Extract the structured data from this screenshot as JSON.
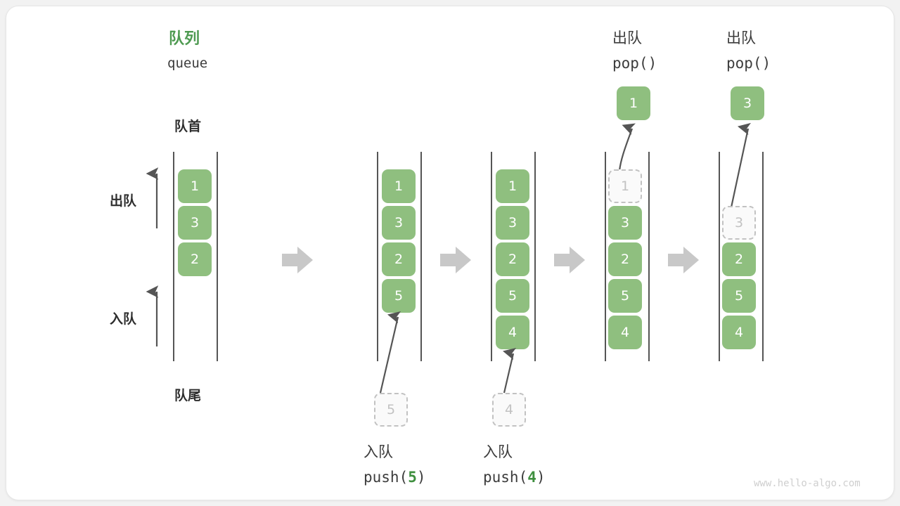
{
  "card": {
    "title_cn": "队列",
    "title_en": "queue",
    "head_label": "队首",
    "tail_label": "队尾",
    "dequeue_label": "出队",
    "enqueue_label": "入队",
    "watermark": "www.hello-algo.com"
  },
  "colors": {
    "element": "#8fbf7f",
    "ghost_fill": "#fafafa",
    "ghost_border": "#c2c2c2",
    "rail": "#555555",
    "arrow": "#555555",
    "connector": "#c8c8c8",
    "accent_green": "#4e9a51",
    "arg_green": "#3f8f3f",
    "text": "#3c3c3c"
  },
  "stages": [
    {
      "id": "initial",
      "caption_cn": "",
      "caption_code": "",
      "header_cn": "",
      "header_code": "",
      "slots": [
        {
          "value": "1",
          "state": "filled"
        },
        {
          "value": "3",
          "state": "filled"
        },
        {
          "value": "2",
          "state": "filled"
        },
        {
          "value": "",
          "state": "empty"
        },
        {
          "value": "",
          "state": "empty"
        }
      ],
      "ghost_value": "",
      "popped_value": ""
    },
    {
      "id": "push-5",
      "caption_cn": "入队",
      "caption_code_prefix": "push(",
      "caption_code_arg": "5",
      "caption_code_suffix": ")",
      "slots": [
        {
          "value": "1",
          "state": "filled"
        },
        {
          "value": "3",
          "state": "filled"
        },
        {
          "value": "2",
          "state": "filled"
        },
        {
          "value": "5",
          "state": "filled"
        },
        {
          "value": "",
          "state": "empty"
        }
      ],
      "ghost_value": "5"
    },
    {
      "id": "push-4",
      "caption_cn": "入队",
      "caption_code_prefix": "push(",
      "caption_code_arg": "4",
      "caption_code_suffix": ")",
      "slots": [
        {
          "value": "1",
          "state": "filled"
        },
        {
          "value": "3",
          "state": "filled"
        },
        {
          "value": "2",
          "state": "filled"
        },
        {
          "value": "5",
          "state": "filled"
        },
        {
          "value": "4",
          "state": "filled"
        }
      ],
      "ghost_value": "4"
    },
    {
      "id": "pop-1",
      "header_cn": "出队",
      "header_code": "pop()",
      "popped_value": "1",
      "slots": [
        {
          "value": "1",
          "state": "removed"
        },
        {
          "value": "3",
          "state": "filled"
        },
        {
          "value": "2",
          "state": "filled"
        },
        {
          "value": "5",
          "state": "filled"
        },
        {
          "value": "4",
          "state": "filled"
        }
      ]
    },
    {
      "id": "pop-3",
      "header_cn": "出队",
      "header_code": "pop()",
      "popped_value": "3",
      "slots": [
        {
          "value": "",
          "state": "empty"
        },
        {
          "value": "3",
          "state": "removed"
        },
        {
          "value": "2",
          "state": "filled"
        },
        {
          "value": "5",
          "state": "filled"
        },
        {
          "value": "4",
          "state": "filled"
        }
      ]
    }
  ]
}
